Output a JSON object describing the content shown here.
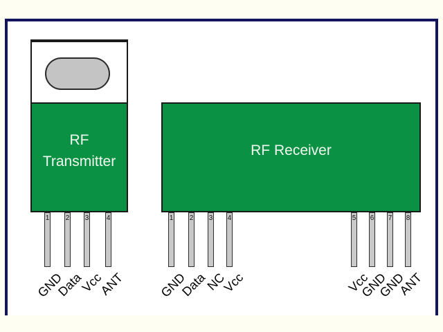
{
  "diagram": {
    "transmitter": {
      "title_line1": "RF",
      "title_line2": "Transmitter",
      "pins": [
        {
          "number": "1",
          "label": "GND"
        },
        {
          "number": "2",
          "label": "Data"
        },
        {
          "number": "3",
          "label": "Vcc"
        },
        {
          "number": "4",
          "label": "ANT"
        }
      ]
    },
    "receiver": {
      "title": "RF Receiver",
      "left_pins": [
        {
          "number": "1",
          "label": "GND"
        },
        {
          "number": "2",
          "label": "Data"
        },
        {
          "number": "3",
          "label": "NC"
        },
        {
          "number": "4",
          "label": "Vcc"
        }
      ],
      "right_pins": [
        {
          "number": "5",
          "label": "Vcc"
        },
        {
          "number": "6",
          "label": "GND"
        },
        {
          "number": "7",
          "label": "GND"
        },
        {
          "number": "8",
          "label": "ANT"
        }
      ]
    },
    "colors": {
      "frame_navy": "#14145c",
      "module_green": "#0a9144",
      "module_text": "#f2f9f0",
      "pin_gray": "#c9c9c9",
      "antenna_slot_gray": "#c4c4c4",
      "background_ivory": "#fffef2"
    }
  }
}
